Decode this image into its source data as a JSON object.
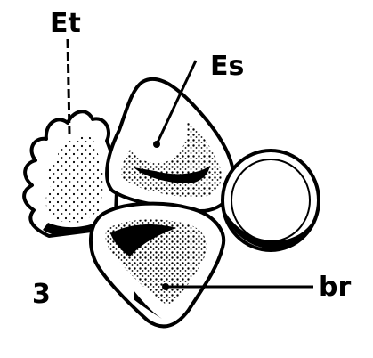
{
  "figure": {
    "number": "3",
    "labels": {
      "et": "Et",
      "es": "Es",
      "br": "br"
    }
  }
}
